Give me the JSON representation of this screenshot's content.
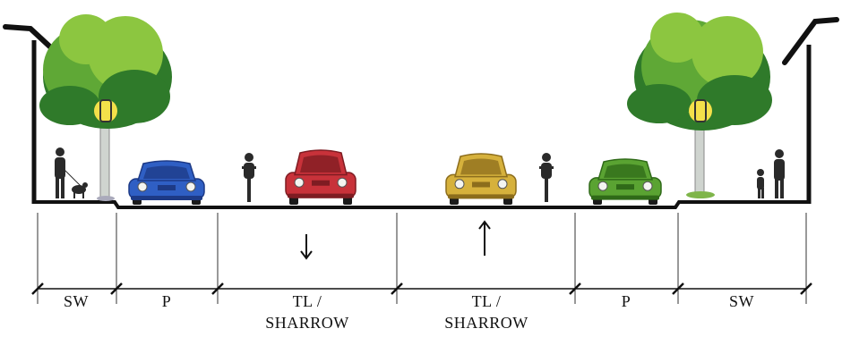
{
  "segments": [
    {
      "id": "sw-left",
      "label": "SW",
      "label2": ""
    },
    {
      "id": "p-left",
      "label": "P",
      "label2": ""
    },
    {
      "id": "tl-left",
      "label": "TL /",
      "label2": "SHARROW",
      "direction": "down"
    },
    {
      "id": "tl-right",
      "label": "TL /",
      "label2": "SHARROW",
      "direction": "up"
    },
    {
      "id": "p-right",
      "label": "P",
      "label2": ""
    },
    {
      "id": "sw-right",
      "label": "SW",
      "label2": ""
    }
  ],
  "cars": [
    {
      "name": "parked-car-left",
      "color": "#2f5fc4",
      "dark": "#1d3a86"
    },
    {
      "name": "travel-car-left",
      "color": "#c8323a",
      "dark": "#7e1c22"
    },
    {
      "name": "travel-car-right",
      "color": "#d6b13c",
      "dark": "#8c6d1c"
    },
    {
      "name": "parked-car-right",
      "color": "#5aa332",
      "dark": "#2f6a18"
    }
  ],
  "colors": {
    "ground": "#111111",
    "tree_light": "#8cc640",
    "tree_dark": "#2f7a2a",
    "trunk": "#c9cec9",
    "lamp": "#f4e04a"
  }
}
